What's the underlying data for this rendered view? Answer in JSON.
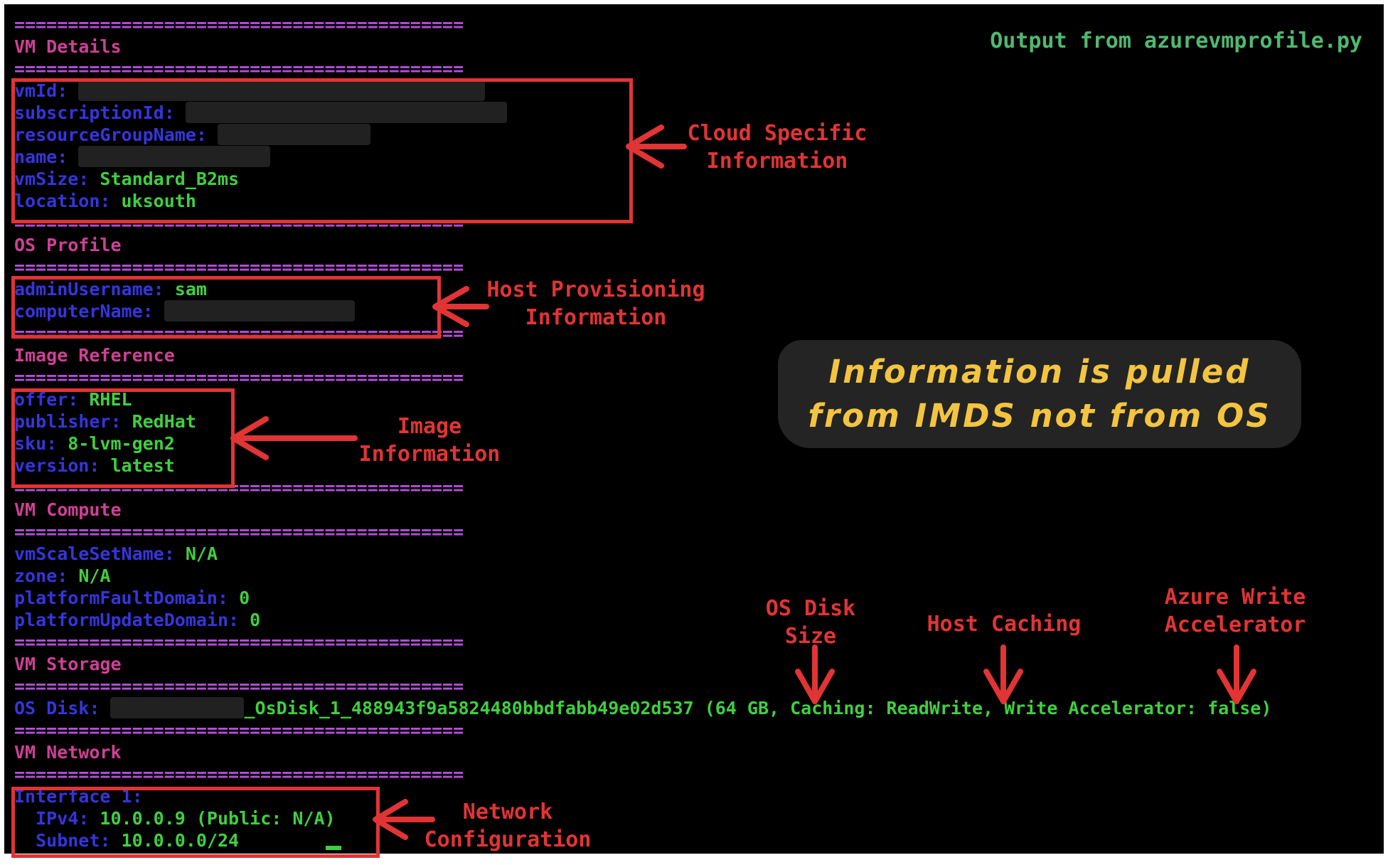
{
  "header_note": "Output from azurevmprofile.py",
  "colors": {
    "separator": "#b44fd8",
    "section_header": "#cf4096",
    "key": "#3535dd",
    "value": "#3fd03f",
    "annotation_red": "#e13434",
    "note_yellow": "#f3c440",
    "script_note_green": "#4fb870",
    "redaction": "#212121",
    "note_background": "#242424"
  },
  "terminal": {
    "separator": "==========================================",
    "lines": [
      {
        "type": "sep"
      },
      {
        "type": "header",
        "text": "VM Details"
      },
      {
        "type": "sep"
      },
      {
        "type": "kv",
        "key": "vmId:",
        "redacted": true
      },
      {
        "type": "kv",
        "key": "subscriptionId:",
        "redacted": true
      },
      {
        "type": "kv",
        "key": "resourceGroupName:",
        "redacted": true
      },
      {
        "type": "kv",
        "key": "name:",
        "redacted": true
      },
      {
        "type": "kv",
        "key": "vmSize:",
        "value": "Standard_B2ms"
      },
      {
        "type": "kv",
        "key": "location:",
        "value": "uksouth"
      },
      {
        "type": "sep"
      },
      {
        "type": "header",
        "text": "OS Profile"
      },
      {
        "type": "sep"
      },
      {
        "type": "kv",
        "key": "adminUsername:",
        "value": "sam"
      },
      {
        "type": "kv",
        "key": "computerName:",
        "redacted": true
      },
      {
        "type": "sep"
      },
      {
        "type": "header",
        "text": "Image Reference"
      },
      {
        "type": "sep"
      },
      {
        "type": "kv",
        "key": "offer:",
        "value": "RHEL"
      },
      {
        "type": "kv",
        "key": "publisher:",
        "value": "RedHat"
      },
      {
        "type": "kv",
        "key": "sku:",
        "value": "8-lvm-gen2"
      },
      {
        "type": "kv",
        "key": "version:",
        "value": "latest"
      },
      {
        "type": "sep"
      },
      {
        "type": "header",
        "text": "VM Compute"
      },
      {
        "type": "sep"
      },
      {
        "type": "kv",
        "key": "vmScaleSetName:",
        "value": "N/A"
      },
      {
        "type": "kv",
        "key": "zone:",
        "value": "N/A"
      },
      {
        "type": "kv",
        "key": "platformFaultDomain:",
        "value": "0"
      },
      {
        "type": "kv",
        "key": "platformUpdateDomain:",
        "value": "0"
      },
      {
        "type": "sep"
      },
      {
        "type": "header",
        "text": "VM Storage"
      },
      {
        "type": "sep"
      },
      {
        "type": "kv",
        "key": "OS Disk:",
        "redacted": true,
        "value": "_OsDisk_1_488943f9a5824480bbdfabb49e02d537 (64 GB, Caching: ReadWrite, Write Accelerator: false)"
      },
      {
        "type": "sep"
      },
      {
        "type": "header",
        "text": "VM Network"
      },
      {
        "type": "sep"
      },
      {
        "type": "kv",
        "key": "Interface 1:"
      },
      {
        "type": "kv",
        "key": "  IPv4:",
        "value": "10.0.0.9 (Public: N/A)"
      },
      {
        "type": "kv",
        "key": "  Subnet:",
        "value": "10.0.0.0/24"
      }
    ]
  },
  "callouts": {
    "cloud": {
      "line1": "Cloud Specific",
      "line2": "Information"
    },
    "host": {
      "line1": "Host Provisioning",
      "line2": "Information"
    },
    "image": {
      "line1": "Image",
      "line2": "Information"
    },
    "network": {
      "line1": "Network",
      "line2": "Configuration"
    },
    "disksize": {
      "line1": "OS Disk",
      "line2": "Size"
    },
    "caching": {
      "line1": "Host Caching"
    },
    "accel": {
      "line1": "Azure Write",
      "line2": "Accelerator"
    }
  },
  "note": {
    "line1": "Information is pulled",
    "line2": "from IMDS not from OS"
  }
}
